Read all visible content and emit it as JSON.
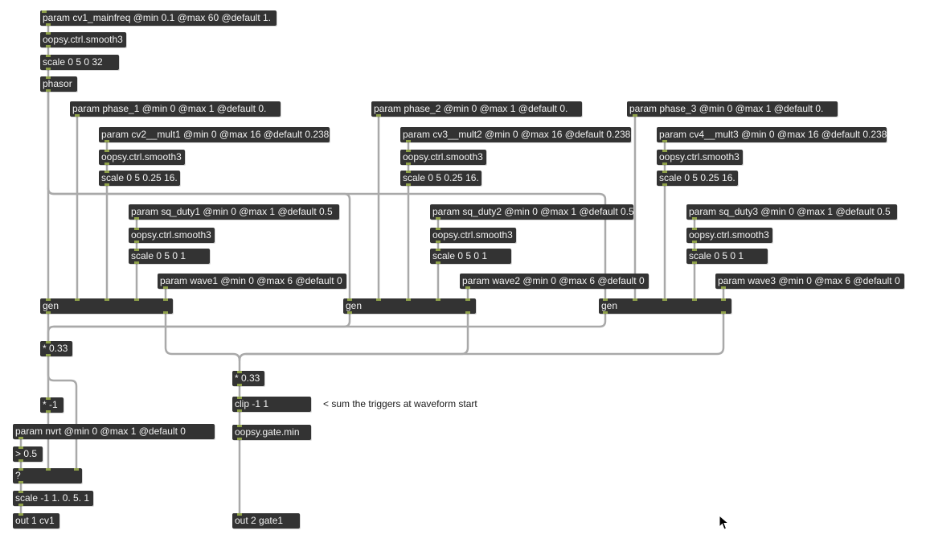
{
  "colors": {
    "object_bg": "#333333",
    "object_text": "#f2f2f2",
    "cord": "#a9a9a9",
    "inlet": "#8fa14a"
  },
  "objects": {
    "cv1_param": "param cv1_mainfreq @min 0.1 @max 60 @default 1.",
    "smooth_cv1": "oopsy.ctrl.smooth3",
    "scale_cv1": "scale 0 5 0 32",
    "phasor": "phasor",
    "phase1_param": "param phase_1 @min 0 @max 1 @default 0.",
    "phase2_param": "param phase_2 @min 0 @max 1 @default 0.",
    "phase3_param": "param phase_3 @min 0 @max 1 @default 0.",
    "mult1_param": "param cv2__mult1 @min 0 @max 16 @default 0.238",
    "mult2_param": "param cv3__mult2 @min 0 @max 16 @default 0.238",
    "mult3_param": "param cv4__mult3 @min 0 @max 16 @default 0.238",
    "smooth_m1": "oopsy.ctrl.smooth3",
    "smooth_m2": "oopsy.ctrl.smooth3",
    "smooth_m3": "oopsy.ctrl.smooth3",
    "scale_m1": "scale 0 5 0.25 16.",
    "scale_m2": "scale 0 5 0.25 16.",
    "scale_m3": "scale 0 5 0.25 16.",
    "duty1_param": "param sq_duty1 @min 0 @max 1 @default 0.5",
    "duty2_param": "param sq_duty2 @min 0 @max 1 @default 0.5",
    "duty3_param": "param sq_duty3 @min 0 @max 1 @default 0.5",
    "smooth_d1": "oopsy.ctrl.smooth3",
    "smooth_d2": "oopsy.ctrl.smooth3",
    "smooth_d3": "oopsy.ctrl.smooth3",
    "scale_d1": "scale 0 5 0 1",
    "scale_d2": "scale 0 5 0 1",
    "scale_d3": "scale 0 5 0 1",
    "wave1_param": "param wave1 @min 0 @max 6 @default 0",
    "wave2_param": "param wave2 @min 0 @max 6 @default 0",
    "wave3_param": "param wave3 @min 0 @max 6 @default 0",
    "gen1": "gen",
    "gen2": "gen",
    "gen3": "gen",
    "mul_left": "* 0.33",
    "mul_right": "* 0.33",
    "neg": "* -1",
    "nvrt_param": "param nvrt @min 0 @max 1 @default 0",
    "gt": "> 0.5",
    "switch": "?",
    "scale_out": "scale -1 1. 0. 5. 1",
    "out1": "out 1 cv1",
    "clip": "clip -1 1",
    "gate_min": "oopsy.gate.min",
    "out2": "out 2 gate1"
  },
  "comment": "< sum the triggers at waveform start"
}
